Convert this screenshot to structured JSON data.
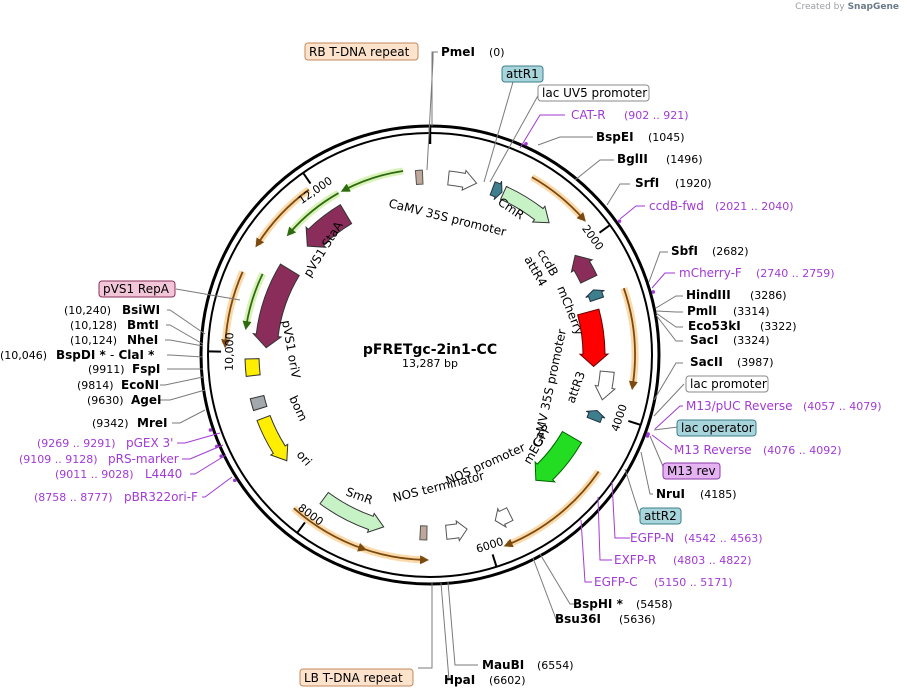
{
  "plasmid": {
    "name": "pFRETgc-2in1-CC",
    "length_label": "13,287 bp",
    "length": 13287
  },
  "credit": {
    "prefix": "Created by",
    "brand": "SnapGene"
  },
  "tick_labels": [
    "2000",
    "4000",
    "6000",
    "8000",
    "10,000",
    "12,000"
  ],
  "features": [
    {
      "id": "camv35s-1",
      "label": "CaMV 35S promoter",
      "start": 220,
      "end": 560,
      "color": "#ffffff",
      "stroke": "#555",
      "strand": "+"
    },
    {
      "id": "attr1",
      "label": "attR1",
      "start": 760,
      "end": 880,
      "color": "#3d7f8c",
      "stroke": "#234",
      "strand": "+"
    },
    {
      "id": "cmr",
      "label": "CmR",
      "start": 900,
      "end": 1550,
      "color": "#c6f2c6",
      "stroke": "#333",
      "strand": "+"
    },
    {
      "id": "ccdb",
      "label": "ccdB",
      "start": 2050,
      "end": 2380,
      "color": "#8b2d5a",
      "stroke": "#333",
      "strand": "-"
    },
    {
      "id": "attr4",
      "label": "attR4",
      "start": 2520,
      "end": 2640,
      "color": "#3d7f8c",
      "stroke": "#234",
      "strand": "-"
    },
    {
      "id": "mcherry",
      "label": "mCherry",
      "start": 2760,
      "end": 3470,
      "color": "#ff0000",
      "stroke": "#600",
      "strand": "+"
    },
    {
      "id": "camv35s-2",
      "label": "CaMV 35S promoter",
      "start": 3520,
      "end": 3860,
      "color": "#ffffff",
      "stroke": "#555",
      "strand": "+"
    },
    {
      "id": "attr3",
      "label": "attR3",
      "start": 4000,
      "end": 4120,
      "color": "#3d7f8c",
      "stroke": "#234",
      "strand": "-"
    },
    {
      "id": "megfp",
      "label": "mEGFP",
      "start": 4430,
      "end": 5160,
      "color": "#22dd22",
      "stroke": "#060",
      "strand": "+"
    },
    {
      "id": "nos-prom",
      "label": "NOS promoter",
      "start": 5660,
      "end": 5850,
      "color": "#ffffff",
      "stroke": "#555",
      "strand": "+"
    },
    {
      "id": "nos-term",
      "label": "NOS terminator",
      "start": 6200,
      "end": 6450,
      "color": "#ffffff",
      "stroke": "#555",
      "strand": "-"
    },
    {
      "id": "lb",
      "label": "",
      "start": 6680,
      "end": 6760,
      "color": "#bfa89a",
      "stroke": "#555",
      "strand": "none"
    },
    {
      "id": "smr",
      "label": "SmR",
      "start": 7200,
      "end": 7990,
      "color": "#c6f2c6",
      "stroke": "#333",
      "strand": "-"
    },
    {
      "id": "ori",
      "label": "ori",
      "start": 8620,
      "end": 9200,
      "color": "#ffee00",
      "stroke": "#333",
      "strand": "-"
    },
    {
      "id": "bom",
      "label": "bom",
      "start": 9320,
      "end": 9460,
      "color": "#a3a8ad",
      "stroke": "#333",
      "strand": "none"
    },
    {
      "id": "pvs1ori",
      "label": "pVS1 oriV",
      "start": 9720,
      "end": 9920,
      "color": "#ffee00",
      "stroke": "#333",
      "strand": "none"
    },
    {
      "id": "pvs1repa",
      "label": "",
      "start": 10060,
      "end": 11120,
      "color": "#8b2d5a",
      "stroke": "#333",
      "strand": "-"
    },
    {
      "id": "pvs1staa",
      "label": "pVS1 StaA",
      "start": 11500,
      "end": 12150,
      "color": "#8b2d5a",
      "stroke": "#333",
      "strand": "-"
    },
    {
      "id": "rb",
      "label": "",
      "start": 13120,
      "end": 13200,
      "color": "#bfa89a",
      "stroke": "#555",
      "strand": "none"
    }
  ],
  "orf_arcs": [
    {
      "start": 1100,
      "end": 1780,
      "color": "#e39b2a",
      "dir": "+"
    },
    {
      "start": 2620,
      "end": 3640,
      "color": "#e39b2a",
      "dir": "+"
    },
    {
      "start": 4600,
      "end": 5820,
      "color": "#e39b2a",
      "dir": "+"
    },
    {
      "start": 6700,
      "end": 7380,
      "color": "#e39b2a",
      "dir": "-"
    },
    {
      "start": 7350,
      "end": 8180,
      "color": "#e39b2a",
      "dir": "-"
    },
    {
      "start": 10080,
      "end": 10850,
      "color": "#e39b2a",
      "dir": "-"
    },
    {
      "start": 11180,
      "end": 11950,
      "color": "#e39b2a",
      "dir": "-"
    },
    {
      "start": 10300,
      "end": 10920,
      "color": "#8ccf3a",
      "dir": "-"
    },
    {
      "start": 11480,
      "end": 12200,
      "color": "#8ccf3a",
      "dir": "-"
    },
    {
      "start": 12280,
      "end": 12980,
      "color": "#8ccf3a",
      "dir": "-"
    }
  ],
  "sites": [
    {
      "name": "PmeI",
      "pos": "(0)"
    },
    {
      "name": "BspEI",
      "pos": "(1045)"
    },
    {
      "name": "BglII",
      "pos": "(1496)"
    },
    {
      "name": "SrfI",
      "pos": "(1920)"
    },
    {
      "name": "SbfI",
      "pos": "(2682)"
    },
    {
      "name": "HindIII",
      "pos": "(3286)"
    },
    {
      "name": "PmlI",
      "pos": "(3314)"
    },
    {
      "name": "Eco53kI",
      "pos": "(3322)"
    },
    {
      "name": "SacI",
      "pos": "(3324)"
    },
    {
      "name": "SacII",
      "pos": "(3987)"
    },
    {
      "name": "NruI",
      "pos": "(4185)"
    },
    {
      "name": "BspHI",
      "pos": "(5458)",
      "mark": "*"
    },
    {
      "name": "Bsu36I",
      "pos": "(5636)"
    },
    {
      "name": "MauBI",
      "pos": "(6554)"
    },
    {
      "name": "HpaI",
      "pos": "(6602)"
    },
    {
      "name": "MreI",
      "pos": "(9342)"
    },
    {
      "name": "AgeI",
      "pos": "(9630)"
    },
    {
      "name": "EcoNI",
      "pos": "(9814)"
    },
    {
      "name": "FspI",
      "pos": "(9911)"
    },
    {
      "name": "BspDI",
      "pos": "(10,046)",
      "mark": "*",
      "extra": "ClaI *",
      "sep": "-"
    },
    {
      "name": "NheI",
      "pos": "(10,124)"
    },
    {
      "name": "BmtI",
      "pos": "(10,128)"
    },
    {
      "name": "BsiWI",
      "pos": "(10,240)"
    }
  ],
  "primers": [
    {
      "name": "CAT-R",
      "range": "(902 .. 921)"
    },
    {
      "name": "ccdB-fwd",
      "range": "(2021 .. 2040)"
    },
    {
      "name": "mCherry-F",
      "range": "(2740 .. 2759)"
    },
    {
      "name": "M13/pUC Reverse",
      "range": "(4057 .. 4079)"
    },
    {
      "name": "M13 Reverse",
      "range": "(4076 .. 4092)"
    },
    {
      "name": "EGFP-N",
      "range": "(4542 .. 4563)"
    },
    {
      "name": "EXFP-R",
      "range": "(4803 .. 4822)"
    },
    {
      "name": "EGFP-C",
      "range": "(5150 .. 5171)"
    },
    {
      "name": "pGEX 3'",
      "range": "(9269 .. 9291)"
    },
    {
      "name": "pRS-marker",
      "range": "(9109 .. 9128)"
    },
    {
      "name": "L4440",
      "range": "(9011 .. 9028)"
    },
    {
      "name": "pBR322ori-F",
      "range": "(8758 .. 8777)"
    }
  ],
  "boxed_labels": [
    {
      "id": "rb-box",
      "text": "RB T-DNA repeat",
      "fill": "#fde3cc",
      "stroke": "#c08a5e"
    },
    {
      "id": "attr1-box",
      "text": "attR1",
      "fill": "#a8d4dc",
      "stroke": "#3d7f8c"
    },
    {
      "id": "lacuv5-box",
      "text": "lac UV5 promoter",
      "fill": "#ffffff",
      "stroke": "#888"
    },
    {
      "id": "pvs1repa-box",
      "text": "pVS1 RepA",
      "fill": "#f2c6d8",
      "stroke": "#8b2d5a"
    },
    {
      "id": "lacprom-box",
      "text": "lac promoter",
      "fill": "#ffffff",
      "stroke": "#888"
    },
    {
      "id": "lacop-box",
      "text": "lac operator",
      "fill": "#a8d4dc",
      "stroke": "#3d7f8c"
    },
    {
      "id": "m13rev-box",
      "text": "M13 rev",
      "fill": "#e6b3f2",
      "stroke": "#8a3aa6"
    },
    {
      "id": "attr2-box",
      "text": "attR2",
      "fill": "#a8d4dc",
      "stroke": "#3d7f8c"
    },
    {
      "id": "lb-box",
      "text": "LB T-DNA repeat",
      "fill": "#fde3cc",
      "stroke": "#c08a5e"
    }
  ]
}
